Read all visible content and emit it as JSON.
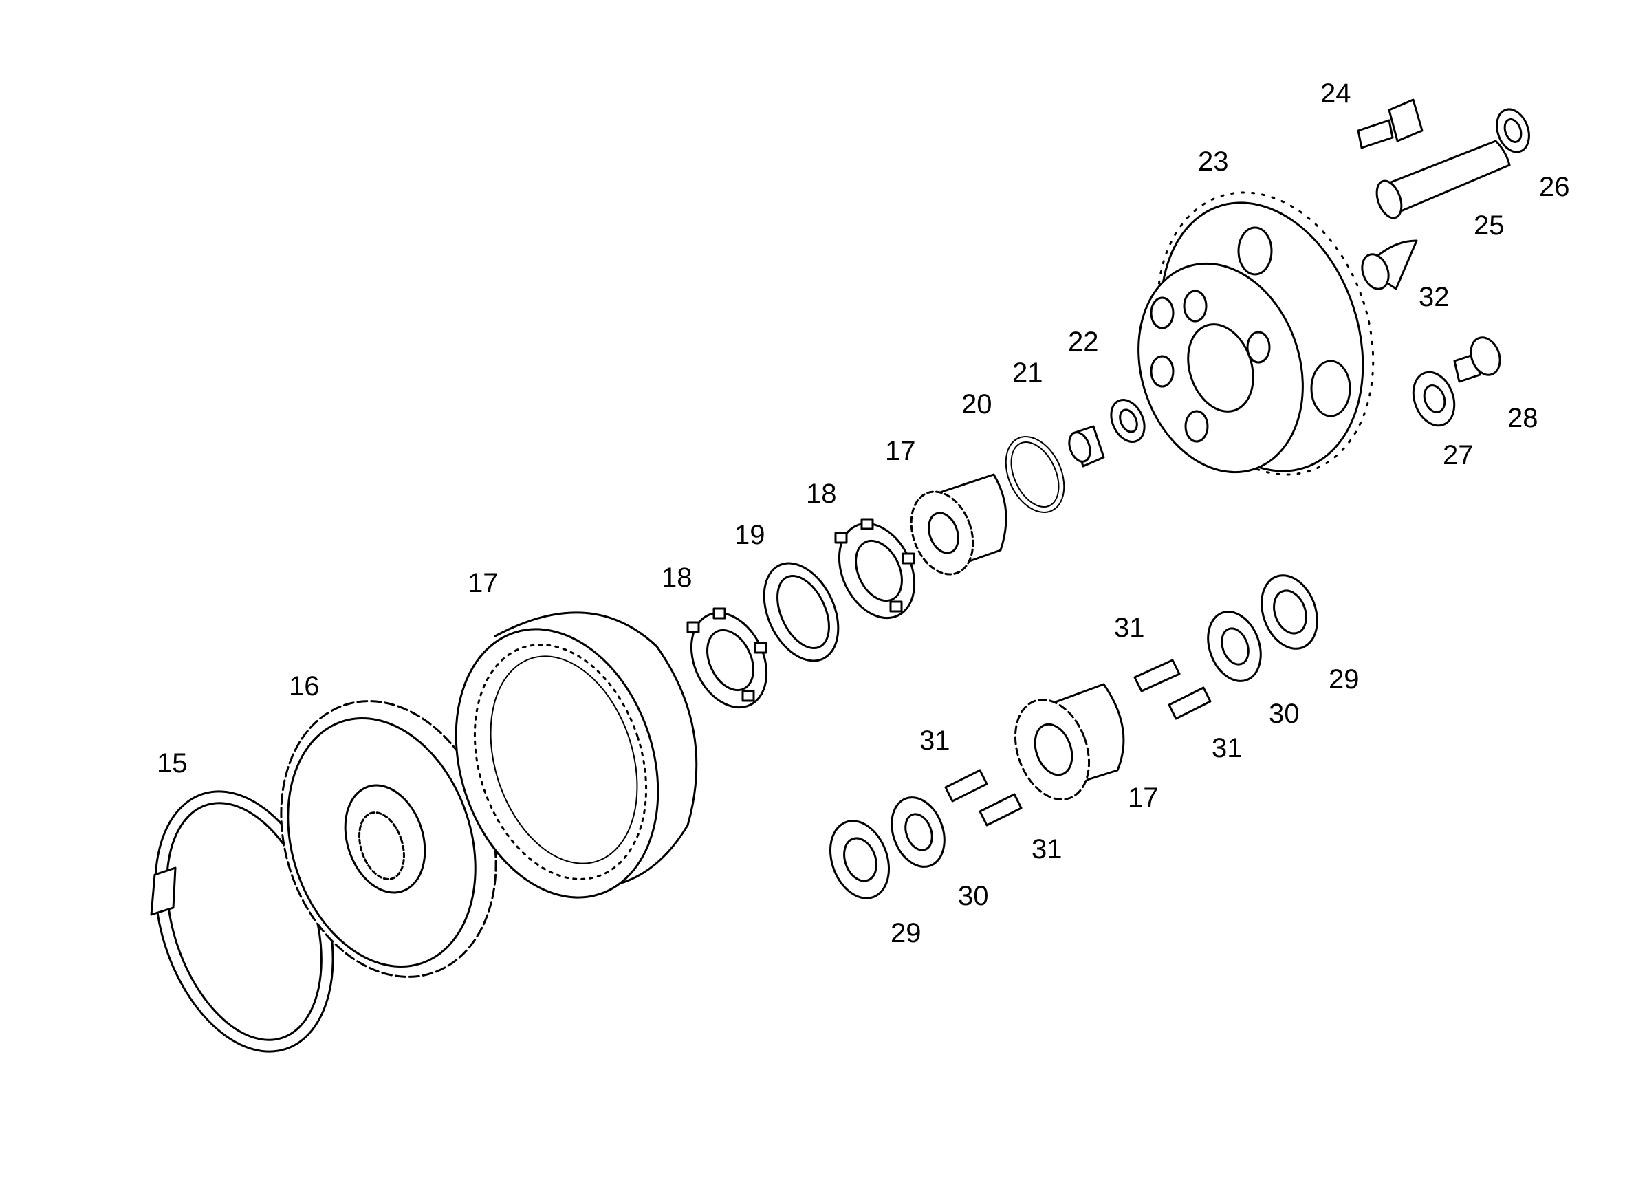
{
  "colors": {
    "line": "#000000",
    "background": "#ffffff"
  },
  "labels": {
    "c15": "15",
    "c16": "16",
    "c17_ring": "17",
    "c18_left": "18",
    "c19": "19",
    "c18_right": "18",
    "c17_upper": "17",
    "c20": "20",
    "c21": "21",
    "c22": "22",
    "c23": "23",
    "c24": "24",
    "c25": "25",
    "c26": "26",
    "c27": "27",
    "c28": "28",
    "c32": "32",
    "c31_a": "31",
    "c30_a": "30",
    "c29_a": "29",
    "c31_b": "31",
    "c31_c": "31",
    "c17_lower": "17",
    "c31_d": "31",
    "c30_b": "30",
    "c29_b": "29"
  }
}
